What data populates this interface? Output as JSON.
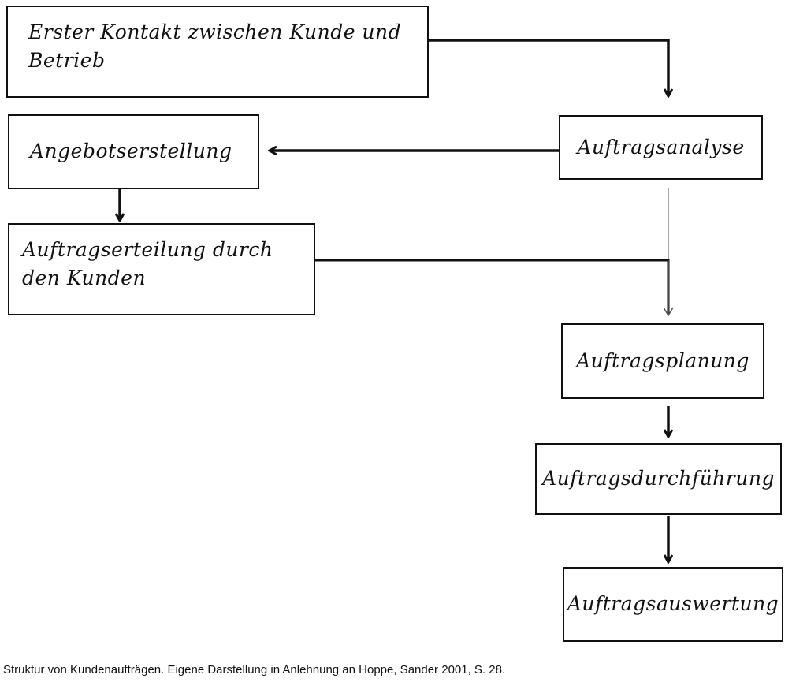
{
  "boxes": {
    "erster_kontakt": "Erster Kontakt zwischen Kunde und Betrieb",
    "angebotserstellung": "Angebotserstellung",
    "auftragsanalyse": "Auftragsanalyse",
    "auftragserteilung": "Auftragserteilung durch den Kunden",
    "auftragsplanung": "Auftragsplanung",
    "auftragsdurchfuehrung": "Auftragsdurchführung",
    "auftragsauswertung": "Auftragsauswertung"
  },
  "caption": "Struktur von Kundenaufträgen. Eigene Darstellung in Anlehnung an Hoppe, Sander 2001, S. 28.",
  "colors": {
    "line": "#111111",
    "connector_light": "#8a8a8a"
  }
}
